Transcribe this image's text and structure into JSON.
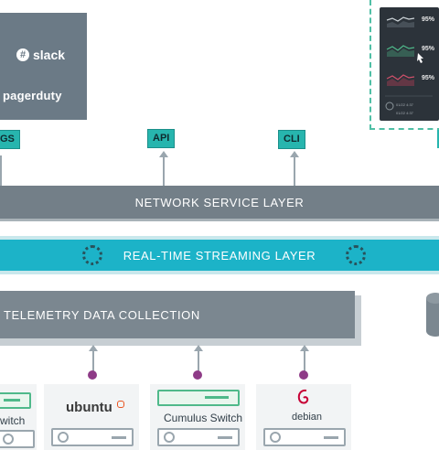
{
  "integrations": {
    "slack_label": "slack",
    "pagerduty_label": "pagerduty"
  },
  "interfaces": {
    "tags": [
      "GS",
      "API",
      "CLI"
    ]
  },
  "layers": {
    "network": "NETWORK SERVICE LAYER",
    "streaming": "REAL-TIME STREAMING LAYER",
    "telemetry": "TELEMETRY DATA COLLECTION"
  },
  "devices": {
    "first": "witch",
    "ubuntu": "ubuntu",
    "cumulus": "Cumulus Switch",
    "debian": "debian"
  },
  "monitor": {
    "values": [
      "95%",
      "95%",
      "95%"
    ],
    "footer_lines": [
      "01/22 4:37",
      "01/22 4:37"
    ]
  },
  "colors": {
    "accent_teal": "#27b5ae",
    "streaming": "#1cb3c8",
    "layer_gray": "#737f88",
    "device_dot": "#8e3b87",
    "switch_green": "#4fb98a"
  }
}
